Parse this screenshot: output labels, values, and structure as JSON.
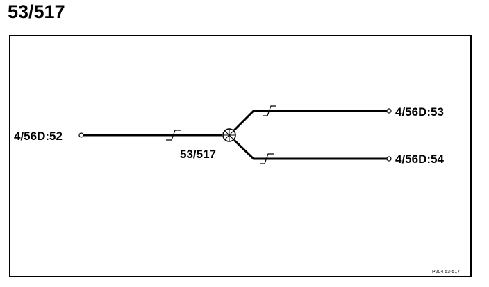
{
  "page": {
    "title": "53/517"
  },
  "diagram": {
    "splitter_label": "53/517",
    "input_port": "4/56D:52",
    "output_ports": [
      "4/56D:53",
      "4/56D:54"
    ],
    "reference": "P204 53-517"
  }
}
